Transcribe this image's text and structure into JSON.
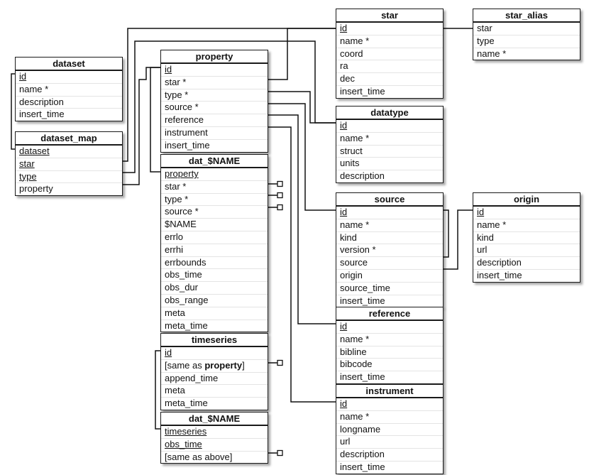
{
  "tables": [
    {
      "id": "dataset",
      "title": "dataset",
      "rows": [
        {
          "text": "id",
          "key": true
        },
        {
          "text": "name *"
        },
        {
          "text": "description"
        },
        {
          "text": "insert_time"
        }
      ]
    },
    {
      "id": "dataset_map",
      "title": "dataset_map",
      "rows": [
        {
          "text": "dataset",
          "key": true
        },
        {
          "text": "star",
          "key": true
        },
        {
          "text": "type",
          "key": true
        },
        {
          "text": "property"
        }
      ]
    },
    {
      "id": "property",
      "title": "property",
      "rows": [
        {
          "text": "id",
          "key": true
        },
        {
          "text": "star *"
        },
        {
          "text": "type *"
        },
        {
          "text": "source *"
        },
        {
          "text": "reference"
        },
        {
          "text": "instrument"
        },
        {
          "text": "insert_time"
        }
      ]
    },
    {
      "id": "dat_name",
      "title": "dat_$NAME",
      "rows": [
        {
          "text": "property",
          "key": true
        },
        {
          "text": "star *"
        },
        {
          "text": "type *"
        },
        {
          "text": "source *"
        },
        {
          "text": "$NAME"
        },
        {
          "text": "errlo"
        },
        {
          "text": "errhi"
        },
        {
          "text": "errbounds"
        },
        {
          "text": "obs_time"
        },
        {
          "text": "obs_dur"
        },
        {
          "text": "obs_range"
        },
        {
          "text": "meta"
        },
        {
          "text": "meta_time"
        }
      ]
    },
    {
      "id": "timeseries",
      "title": "timeseries",
      "rows": [
        {
          "text": "id",
          "key": true
        },
        {
          "text": "[same as ",
          "bold": "property",
          "after": "]"
        },
        {
          "text": "append_time"
        },
        {
          "text": "meta"
        },
        {
          "text": "meta_time"
        }
      ]
    },
    {
      "id": "dat_name2",
      "title": "dat_$NAME",
      "rows": [
        {
          "text": "timeseries",
          "key": true
        },
        {
          "text": "obs_time",
          "key": true
        },
        {
          "text": "[same as above]"
        }
      ]
    },
    {
      "id": "star",
      "title": "star",
      "rows": [
        {
          "text": "id",
          "key": true
        },
        {
          "text": "name *"
        },
        {
          "text": "coord"
        },
        {
          "text": "ra"
        },
        {
          "text": "dec"
        },
        {
          "text": "insert_time"
        }
      ]
    },
    {
      "id": "star_alias",
      "title": "star_alias",
      "rows": [
        {
          "text": "star"
        },
        {
          "text": "type"
        },
        {
          "text": "name *"
        }
      ]
    },
    {
      "id": "datatype",
      "title": "datatype",
      "rows": [
        {
          "text": "id",
          "key": true
        },
        {
          "text": "name *"
        },
        {
          "text": "struct"
        },
        {
          "text": "units"
        },
        {
          "text": "description"
        }
      ]
    },
    {
      "id": "source",
      "title": "source",
      "rows": [
        {
          "text": "id",
          "key": true
        },
        {
          "text": "name *"
        },
        {
          "text": "kind"
        },
        {
          "text": "version *"
        },
        {
          "text": "source"
        },
        {
          "text": "origin"
        },
        {
          "text": "source_time"
        },
        {
          "text": "insert_time"
        }
      ]
    },
    {
      "id": "origin",
      "title": "origin",
      "rows": [
        {
          "text": "id",
          "key": true
        },
        {
          "text": "name *"
        },
        {
          "text": "kind"
        },
        {
          "text": "url"
        },
        {
          "text": "description"
        },
        {
          "text": "insert_time"
        }
      ]
    },
    {
      "id": "reference",
      "title": "reference",
      "rows": [
        {
          "text": "id",
          "key": true
        },
        {
          "text": "name *"
        },
        {
          "text": "bibline"
        },
        {
          "text": "bibcode"
        },
        {
          "text": "insert_time"
        }
      ]
    },
    {
      "id": "instrument",
      "title": "instrument",
      "rows": [
        {
          "text": "id",
          "key": true
        },
        {
          "text": "name *"
        },
        {
          "text": "longname"
        },
        {
          "text": "url"
        },
        {
          "text": "description"
        },
        {
          "text": "insert_time"
        }
      ]
    }
  ]
}
